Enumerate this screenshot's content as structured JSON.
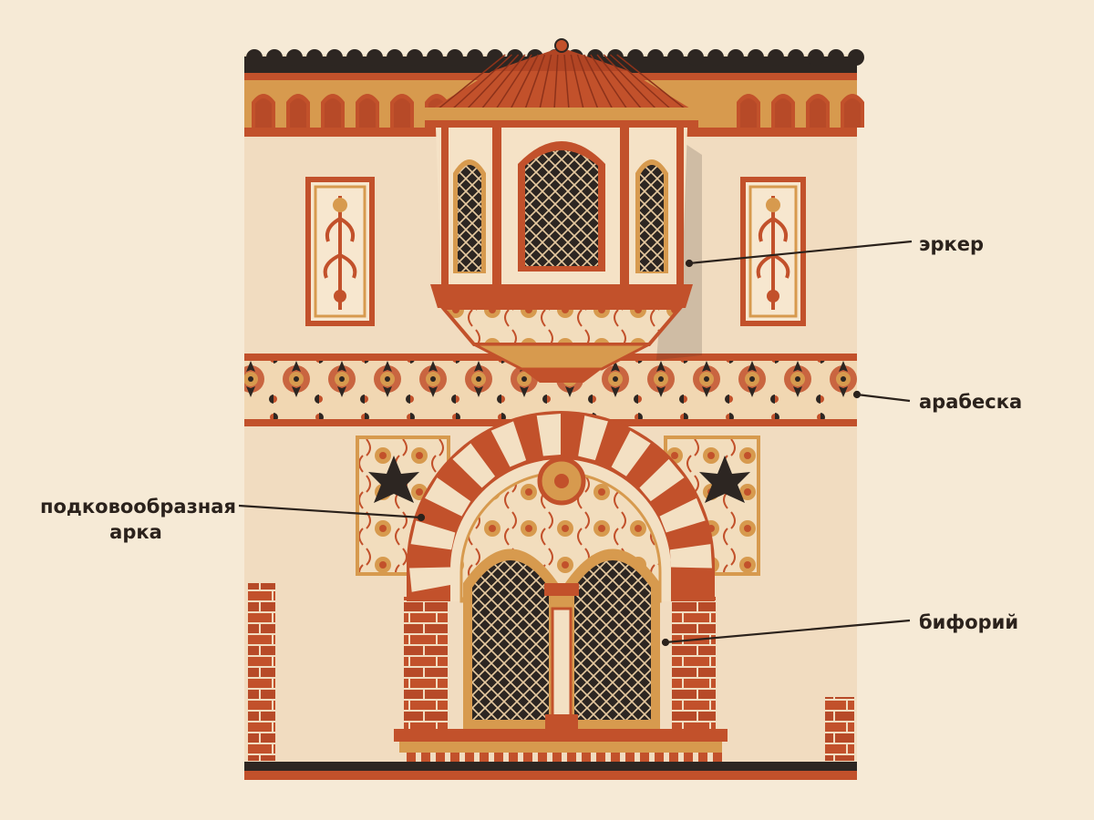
{
  "diagram": {
    "labels": {
      "erker": "эркер",
      "arabeska": "арабеска",
      "arch_line1": "подковообразная",
      "arch_line2": "арка",
      "biforiy": "бифорий"
    },
    "colors": {
      "background": "#f6ead6",
      "wall": "#f1dcc0",
      "terracotta": "#c2512b",
      "ochre": "#d79a4e",
      "dark": "#2d2622",
      "cream": "#f7e7cf",
      "leader": "#2b221c"
    }
  }
}
